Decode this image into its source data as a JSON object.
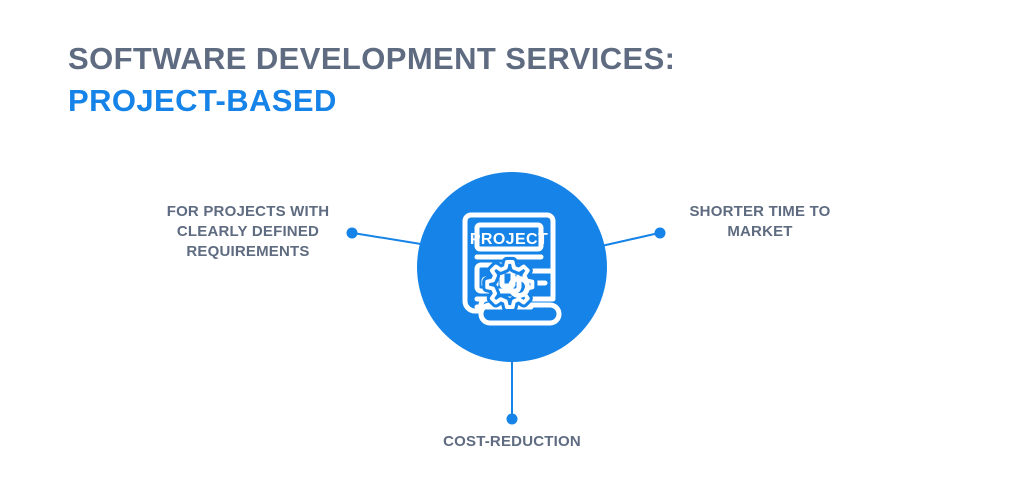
{
  "heading": {
    "line1": "Software Development Services:",
    "line2": "Project-Based"
  },
  "colors": {
    "accent_blue": "#1683e8",
    "heading_gray": "#5e6b80",
    "background": "#ffffff"
  },
  "hub": {
    "icon_name": "project-document-gear-icon",
    "icon_label": "PROJECT",
    "shape": "circle"
  },
  "nodes": [
    {
      "id": "left",
      "label": "For projects with clearly defined requirements",
      "position": "left"
    },
    {
      "id": "right",
      "label": "Shorter time to market",
      "position": "right"
    },
    {
      "id": "bottom",
      "label": "Cost-reduction",
      "position": "bottom"
    }
  ]
}
